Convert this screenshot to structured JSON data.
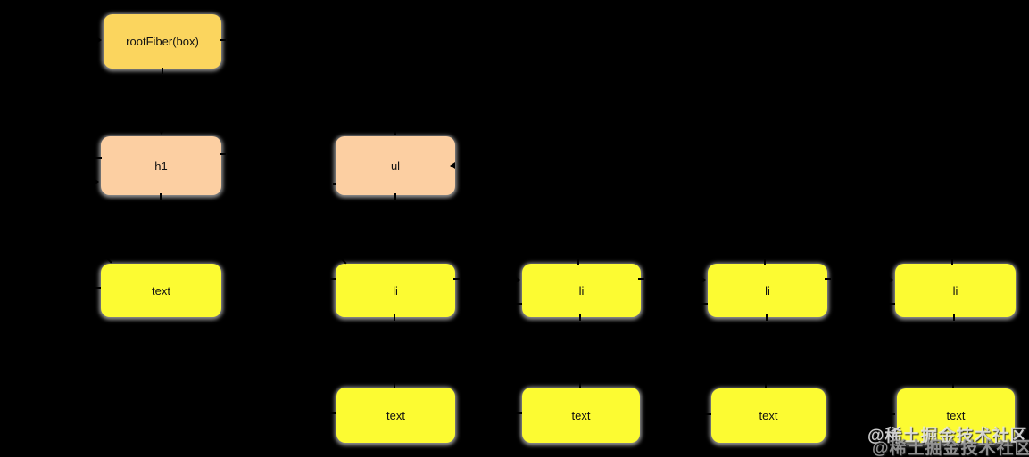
{
  "diagram": {
    "background_color": "#000000",
    "colors": {
      "root_node": "#fbd55e",
      "host_component_node": "#fccfa2",
      "leaf_node": "#fcfb32",
      "connector": "#000000",
      "node_text": "#111111"
    },
    "nodes": [
      {
        "id": "rootfiber",
        "label": "rootFiber(box)",
        "color": "#fbd55e"
      },
      {
        "id": "h1",
        "label": "h1",
        "color": "#fccfa2"
      },
      {
        "id": "ul",
        "label": "ul",
        "color": "#fccfa2"
      },
      {
        "id": "text-1",
        "label": "text",
        "color": "#fcfb32"
      },
      {
        "id": "li-1",
        "label": "li",
        "color": "#fcfb32"
      },
      {
        "id": "li-2",
        "label": "li",
        "color": "#fcfb32"
      },
      {
        "id": "li-3",
        "label": "li",
        "color": "#fcfb32"
      },
      {
        "id": "li-4",
        "label": "li",
        "color": "#fcfb32"
      },
      {
        "id": "text-2",
        "label": "text",
        "color": "#fcfb32"
      },
      {
        "id": "text-3",
        "label": "text",
        "color": "#fcfb32"
      },
      {
        "id": "text-4",
        "label": "text",
        "color": "#fcfb32"
      },
      {
        "id": "text-5",
        "label": "text",
        "color": "#fcfb32"
      }
    ],
    "tree": {
      "root": "rootFiber(box)",
      "children_of_root": [
        "h1",
        "ul"
      ],
      "children_of_h1": [
        "text"
      ],
      "children_of_ul": [
        "li",
        "li",
        "li",
        "li"
      ],
      "children_of_each_li": [
        "text"
      ]
    },
    "watermark": {
      "text": "@稀土掘金技术社区",
      "copies": 2
    }
  }
}
